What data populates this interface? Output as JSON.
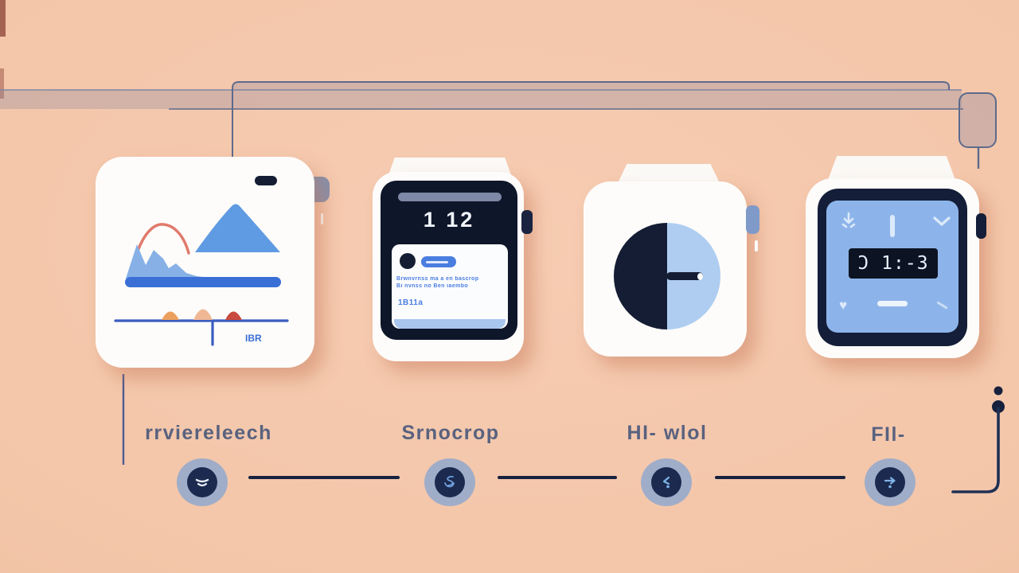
{
  "scene": {
    "background": "#f3c5a8",
    "navy": "#18223f",
    "accent_blue": "#3a6fd6",
    "node_outer_color": "#a0adc8",
    "node_inner_color": "#1c2a50",
    "label_color": "#59627f",
    "pipe_outline": "#5d6a8c",
    "pipe_fill": "rgba(135,128,160,0.32)"
  },
  "panels": [
    {
      "name": "analytics-card",
      "label": "rrviereleech",
      "node_icon": "wave-lines-icon",
      "chart_badge": "IBR"
    },
    {
      "name": "watch-notification",
      "label": "Srnocrop",
      "node_icon": "swirl-icon",
      "time": "1 12",
      "notification": {
        "line1": "Brwnvrnss ma a en bascrop",
        "line2": "Bi nvnss no Ben iaembo",
        "footer": "1B11a"
      }
    },
    {
      "name": "watch-timer",
      "label": "HI- wlol",
      "node_icon": "back-arrow-icon"
    },
    {
      "name": "watch-digital",
      "label": "FIl-",
      "node_icon": "forward-arrow-icon",
      "time": "Ɔ 1:-3"
    }
  ]
}
